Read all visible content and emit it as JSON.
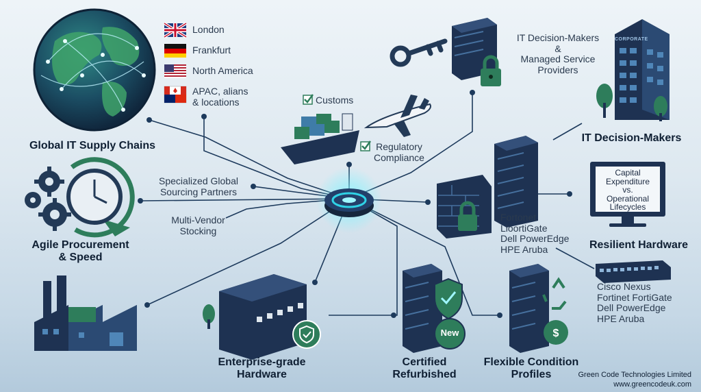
{
  "locations": [
    {
      "label": "London",
      "flag": "uk-flag-icon"
    },
    {
      "label": "Frankfurt",
      "flag": "germany-flag-icon"
    },
    {
      "label": "North America",
      "flag": "usa-flag-icon"
    },
    {
      "label": "APAC, alians\n& locations",
      "flag": "apac-flags-icon"
    }
  ],
  "hubs": {
    "global": "Global IT Supply Chains",
    "procurement": "Agile Procurement\n& Speed",
    "it_decision": "IT Decision-Makers",
    "resilient": "Resilient Hardware",
    "enterprise": "Enterprise-grade\nHardware",
    "certified": "Certified\nRefurbished",
    "flexible": "Flexible Condition\nProfiles"
  },
  "labels": {
    "customs": "Customs",
    "regulatory": "Regulatory\nCompliance",
    "sourcing": "Specialized Global\nSourcing Partners",
    "stocking": "Multi-Vendor\nStocking",
    "it_msp": "IT Decision-Makers\n&\nManaged Service\nProviders",
    "capex": "Capital\nExpenditure\nvs.\nOperational\nLifecycles",
    "vendors_a": "Fortonet\nLioortiGate\nDell PowerEdge\nHPE Aruba",
    "vendors_b": "Cisco Nexus\nFortinet FortiGate\nDell PowerEdge\nHPE Aruba",
    "new_badge": "New",
    "corporate_sign": "CORPORATE"
  },
  "footer": {
    "company": "Green Code Technologies Limited",
    "url": "www.greencodeuk.com"
  },
  "colors": {
    "connector": "#1d3a5c",
    "rack": "#1e3252",
    "green": "#2e7d5b",
    "accent": "#2fd2e6",
    "background": "#dde8f0"
  }
}
